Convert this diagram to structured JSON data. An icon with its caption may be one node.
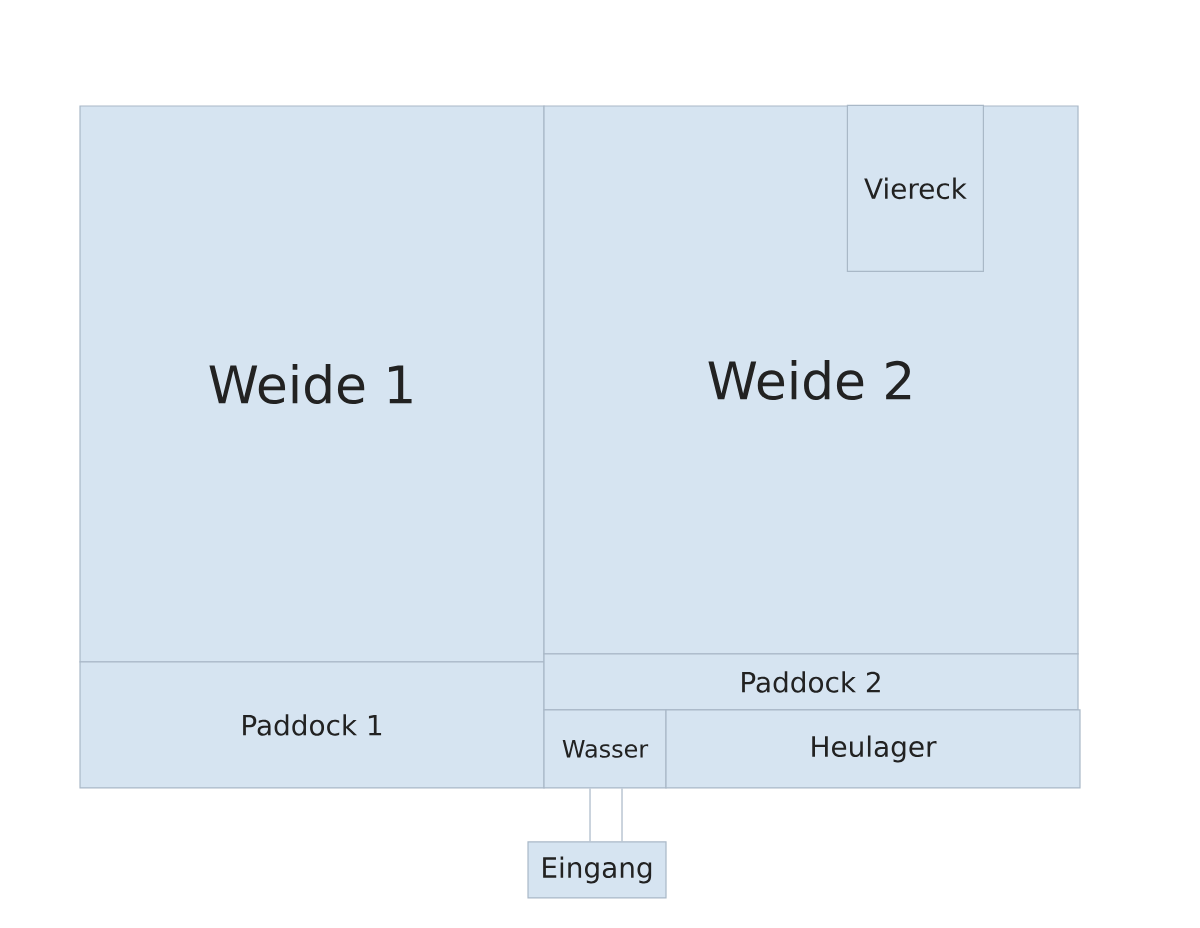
{
  "diagram": {
    "nodes": [
      {
        "text": [
          "Weide 1"
        ]
      },
      {
        "text": [
          "Weide 2"
        ]
      },
      {
        "text": [
          "Viereck"
        ],
        "in": 1
      },
      {
        "text": [
          "Paddock 1"
        ]
      },
      {
        "text": [
          "Paddock 2"
        ]
      },
      {
        "text": [
          "Wasser"
        ]
      },
      {
        "text": [
          "Heulager"
        ]
      },
      {
        "text": [
          "Eingang"
        ]
      }
    ],
    "edges": [
      {
        "from": 5,
        "to": 7,
        "arrow": "none"
      }
    ]
  }
}
